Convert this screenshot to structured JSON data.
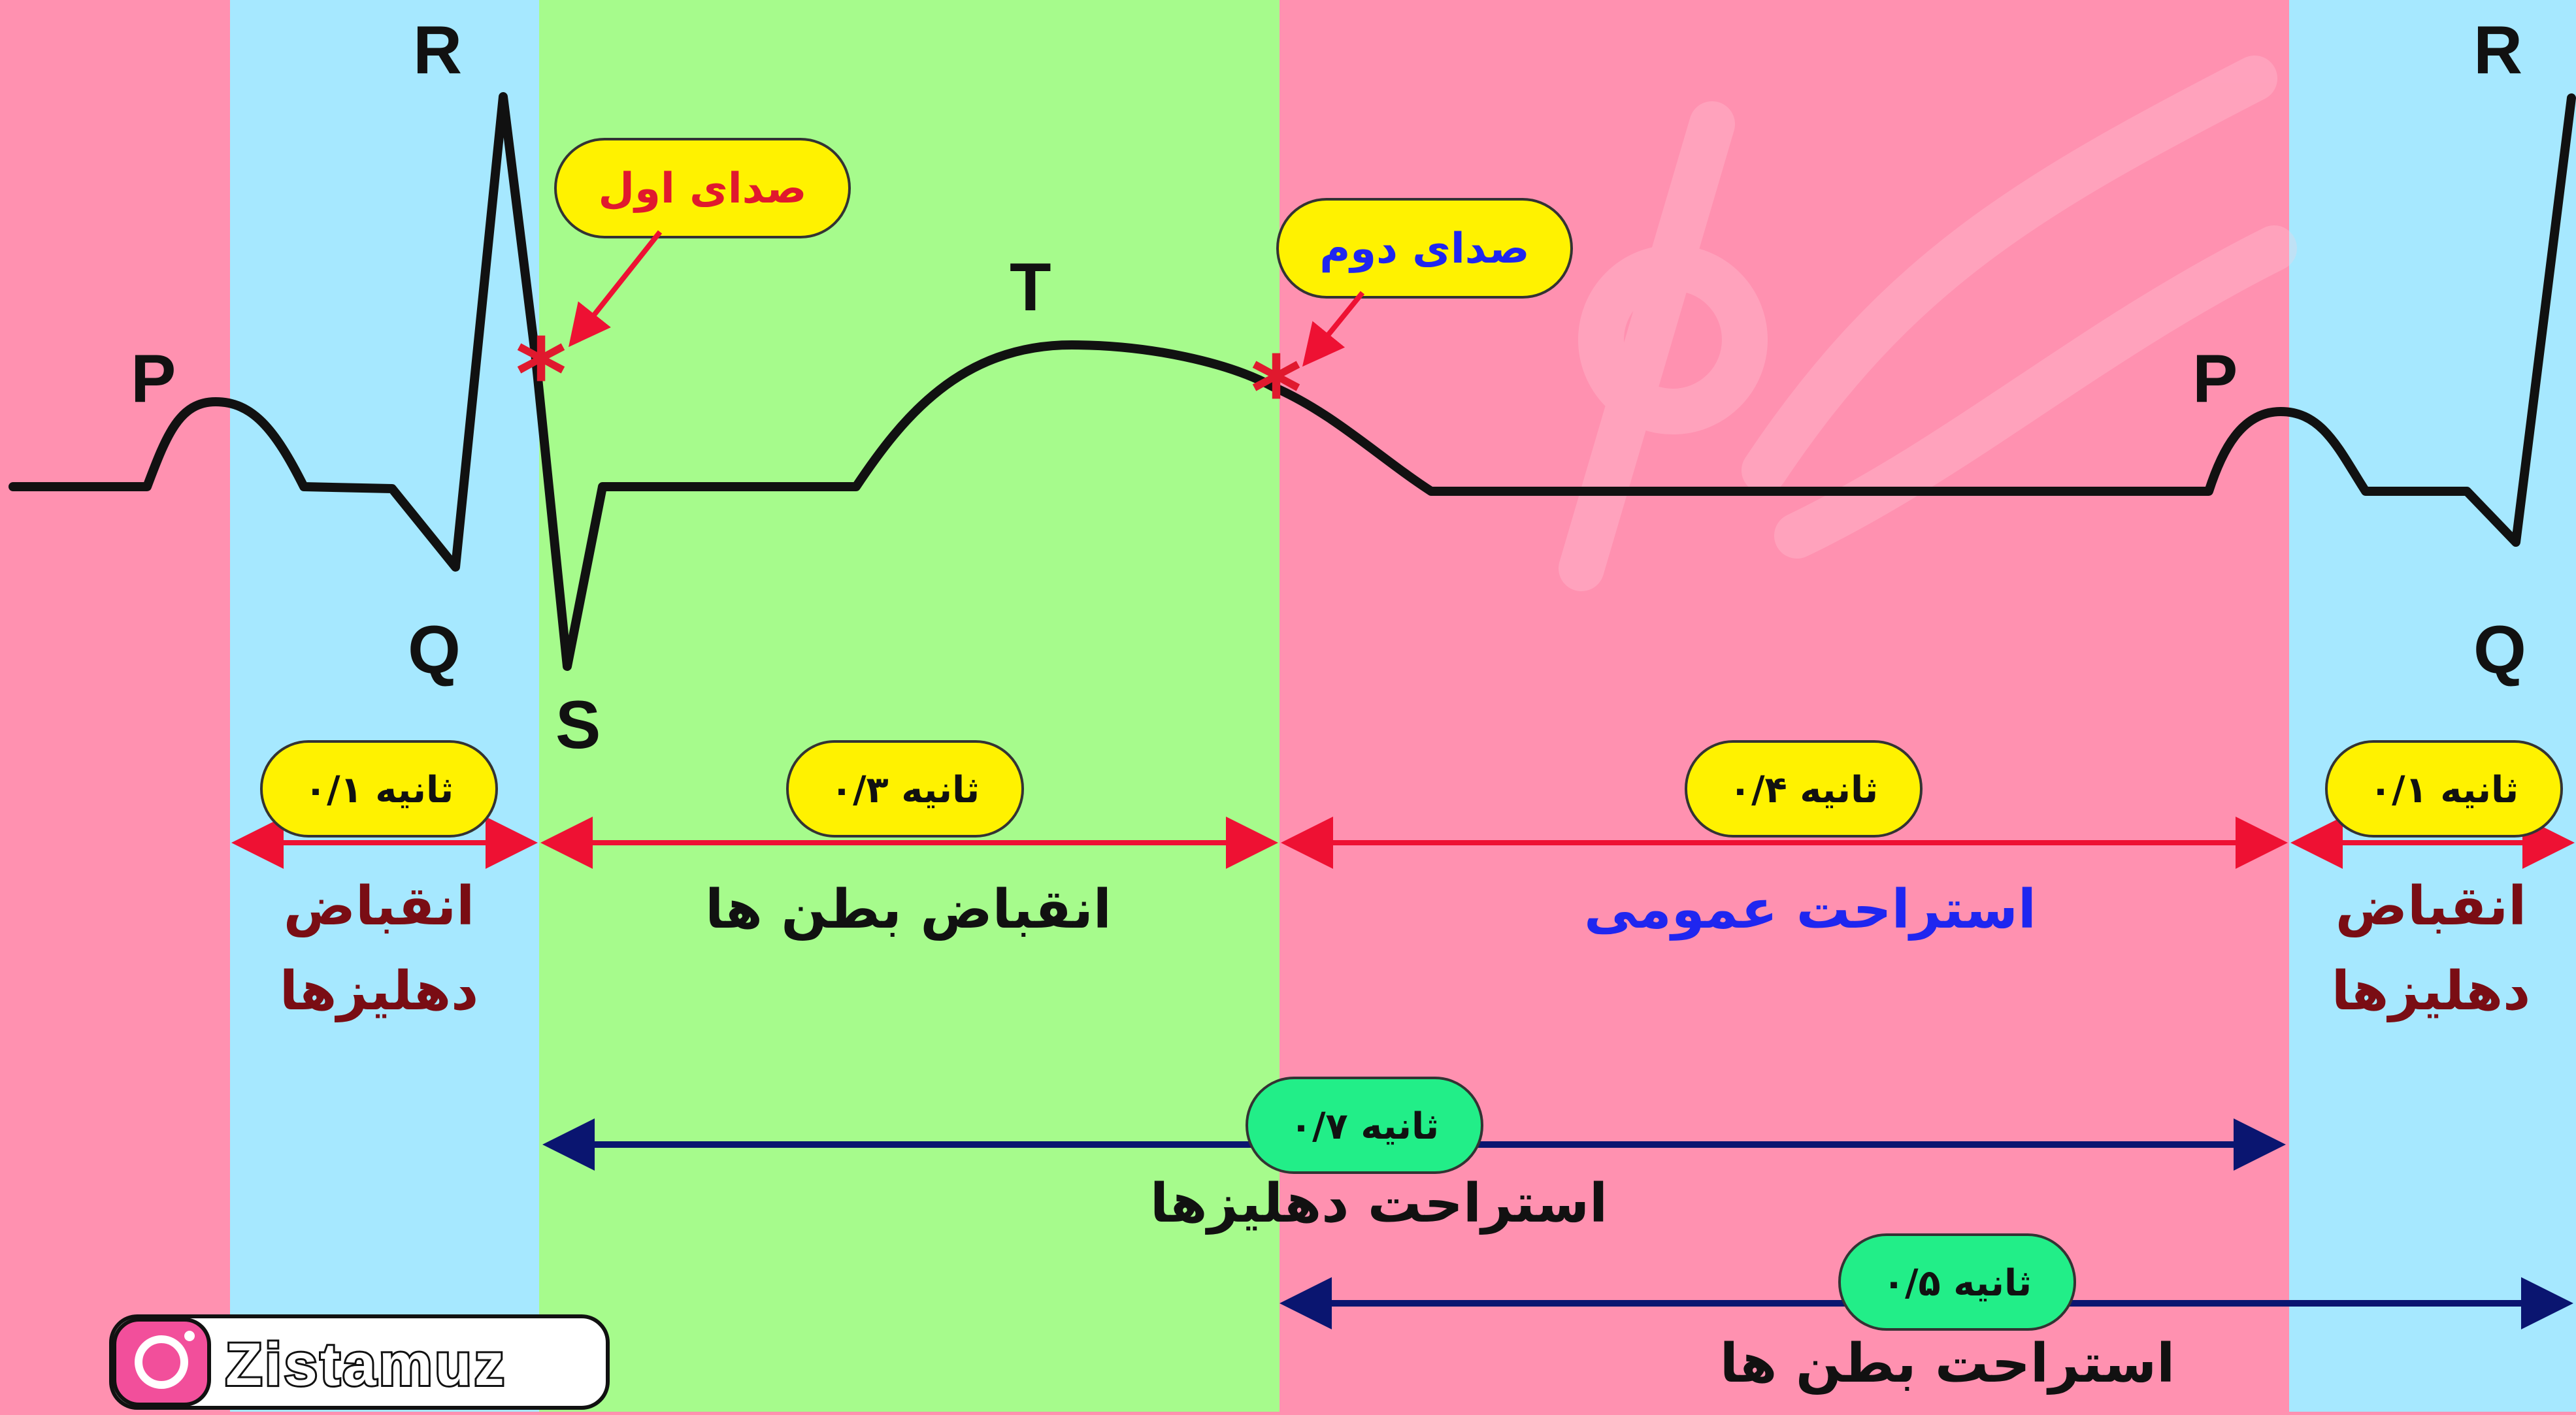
{
  "colors": {
    "atrial_band": "#a6e8ff",
    "ventricular_band": "#a6fb8c",
    "rest_band": "#ff91b0",
    "badge_yellow": "#fff200",
    "badge_green": "#22ee88",
    "red_arrow": "#ee1133",
    "navy_arrow": "#0a1570",
    "dark_red_text": "#7a0d14",
    "blue_text": "#1f26f0",
    "dark_text": "#111111",
    "star": "#e0192e"
  },
  "wave_labels": {
    "p_left": "P",
    "r_left": "R",
    "q_left": "Q",
    "s": "S",
    "t": "T",
    "p_right": "P",
    "r_right": "R",
    "q_right": "Q"
  },
  "sounds": {
    "first": "صدای اول",
    "second": "صدای دوم"
  },
  "durations": {
    "atrial_left": "۰/۱ ثانیه",
    "ventricular": "۰/۳ ثانیه",
    "general_rest": "۰/۴ ثانیه",
    "atrial_right": "۰/۱ ثانیه",
    "atrial_rest": "۰/۷ ثانیه",
    "ventricular_rest": "۰/۵ ثانیه"
  },
  "phases": {
    "atrial_contraction_line1": "انقباض",
    "atrial_contraction_line2": "دهلیزها",
    "ventricular_contraction": "انقباض بطن ها",
    "general_rest": "استراحت عمومی",
    "atrial_contraction_right_line1": "انقباض",
    "atrial_contraction_right_line2": "دهلیزها",
    "atrial_rest": "استراحت دهلیزها",
    "ventricular_rest": "استراحت بطن ها"
  },
  "brand": {
    "name": "Zistamuz",
    "icon": "instagram-icon"
  }
}
